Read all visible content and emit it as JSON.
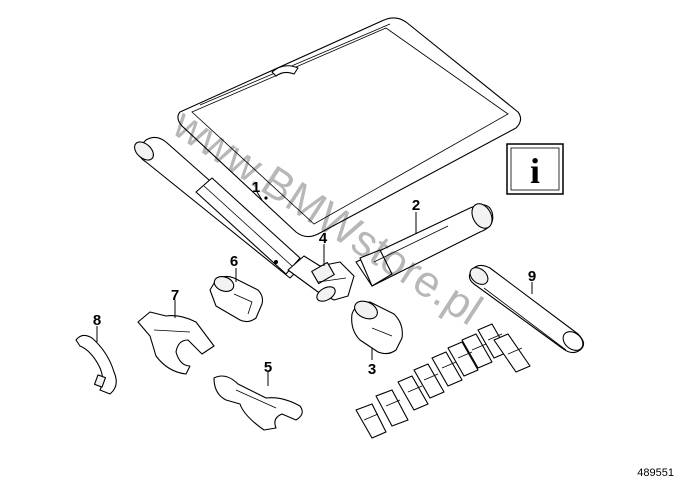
{
  "callouts": {
    "p1": "1",
    "p2": "2",
    "p3": "3",
    "p4": "4",
    "p5": "5",
    "p6": "6",
    "p7": "7",
    "p8": "8",
    "p9": "9"
  },
  "info_icon": {
    "letter": "i"
  },
  "watermark": "www.BMWstore.pl",
  "diagram_number": "489551"
}
